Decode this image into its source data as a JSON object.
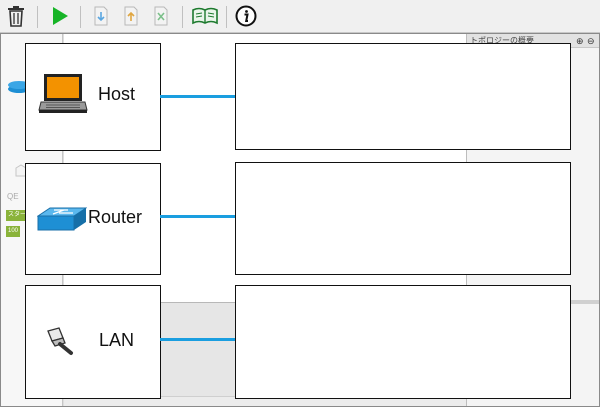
{
  "toolbar": {
    "buttons": [
      {
        "name": "trash-icon"
      },
      {
        "name": "run-icon"
      },
      {
        "name": "download-icon"
      },
      {
        "name": "upload-icon"
      },
      {
        "name": "clear-icon"
      },
      {
        "name": "manual-icon"
      },
      {
        "name": "info-icon"
      }
    ]
  },
  "side_panel": {
    "title": "トポロジーの概要",
    "zoom_in": "⊕",
    "zoom_out": "⊖"
  },
  "palette": {
    "faded_label": "QE",
    "badge1": "スター",
    "badge2": "100"
  },
  "callouts": [
    {
      "label": "Host",
      "icon": "laptop-icon"
    },
    {
      "label": "Router",
      "icon": "switch-icon"
    },
    {
      "label": "LAN",
      "icon": "cable-icon"
    }
  ],
  "colors": {
    "connector": "#1a9ee0",
    "accent_green": "#17b427",
    "laptop_screen": "#f39200",
    "switch_blue": "#1e8fd4"
  }
}
